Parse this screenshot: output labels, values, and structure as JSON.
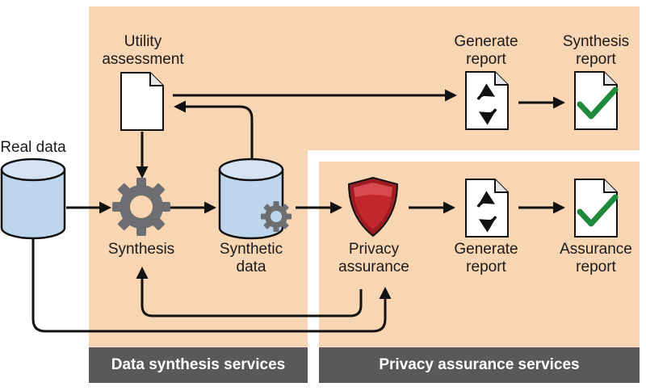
{
  "diagram": {
    "real_data": "Real data",
    "utility_assessment": "Utility\nassessment",
    "synthesis": "Synthesis",
    "synthetic_data": "Synthetic\ndata",
    "privacy_assurance": "Privacy\nassurance",
    "generate_report_top": "Generate\nreport",
    "synthesis_report": "Synthesis\nreport",
    "generate_report_bottom": "Generate\nreport",
    "assurance_report": "Assurance\nreport",
    "data_synthesis_services": "Data synthesis services",
    "privacy_assurance_services": "Privacy assurance services"
  },
  "colors": {
    "panel": "#f8d5b3",
    "cylinder": "#bdd6ec",
    "gear": "#6d6e71",
    "shield": "#c1272d",
    "check": "#1f8a3c",
    "footer": "#58595b"
  },
  "icons": [
    "database-icon",
    "document-icon",
    "gear-icon",
    "shield-icon",
    "refresh-icon",
    "checkmark-icon"
  ]
}
